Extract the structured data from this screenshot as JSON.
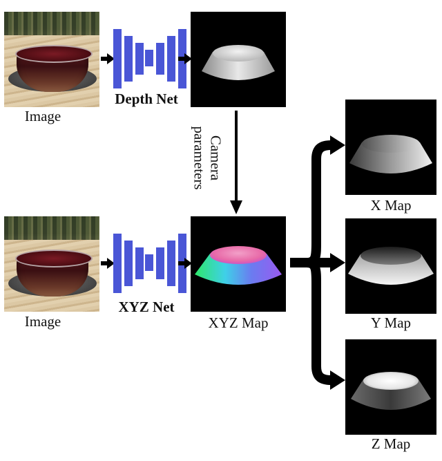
{
  "labels": {
    "image_top": "Image",
    "depth_net": "Depth Net",
    "camera_line1": "Camera",
    "camera_line2": "parameters",
    "image_bottom": "Image",
    "xyz_net": "XYZ Net",
    "xyz_map": "XYZ Map",
    "x_map": "X Map",
    "y_map": "Y Map",
    "z_map": "Z Map"
  },
  "colors": {
    "net_blue": "#4a56d6",
    "arrow": "#000000",
    "map_background": "#000000"
  }
}
